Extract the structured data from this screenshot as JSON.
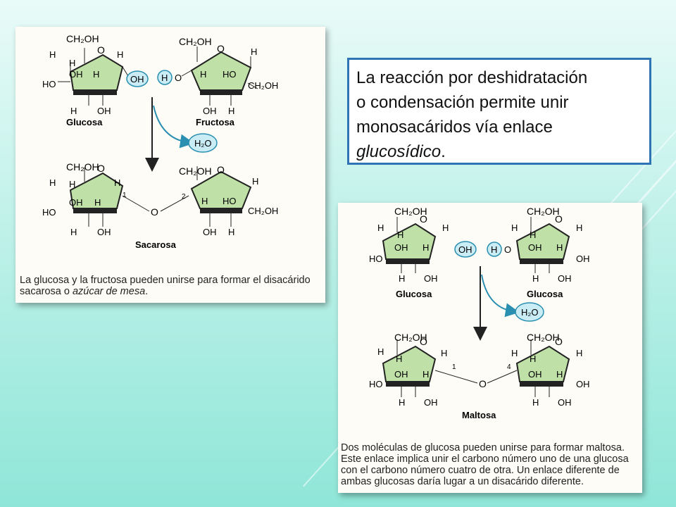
{
  "colors": {
    "ring_fill": "#bfe0a6",
    "bubble": "#c9ecf5",
    "border": "#2f74b5",
    "arrow_cyan": "#2a8fb0"
  },
  "textbox": {
    "line1": "La reacción por deshidratación",
    "line2": "o condensación permite unir",
    "line3": "monosacáridos vía enlace",
    "line4_italic": "glucosídico",
    "line4_end": "."
  },
  "labels": {
    "ch2oh": "CH₂OH",
    "oh": "OH",
    "ho": "HO",
    "h": "H",
    "o": "O",
    "h2o": "H₂O",
    "n1": "1",
    "n2": "2",
    "n4": "4"
  },
  "panel_sucrose": {
    "mol1": "Glucosa",
    "mol2": "Fructosa",
    "product": "Sacarosa",
    "caption_line1": "La glucosa y la fructosa pueden unirse para formar el disacárido",
    "caption_line2_a": "sacarosa o ",
    "caption_line2_italic": "azúcar de mesa",
    "caption_line2_end": "."
  },
  "panel_maltose": {
    "mol1": "Glucosa",
    "mol2": "Glucosa",
    "product": "Maltosa",
    "caption_line1": "Dos moléculas de glucosa pueden unirse para formar maltosa.",
    "caption_line2": "Este enlace implica unir el carbono número uno de una glucosa",
    "caption_line3": "con el carbono número cuatro de otra. Un enlace diferente de",
    "caption_line4": "ambas glucosas daría lugar a un disacárido diferente."
  }
}
